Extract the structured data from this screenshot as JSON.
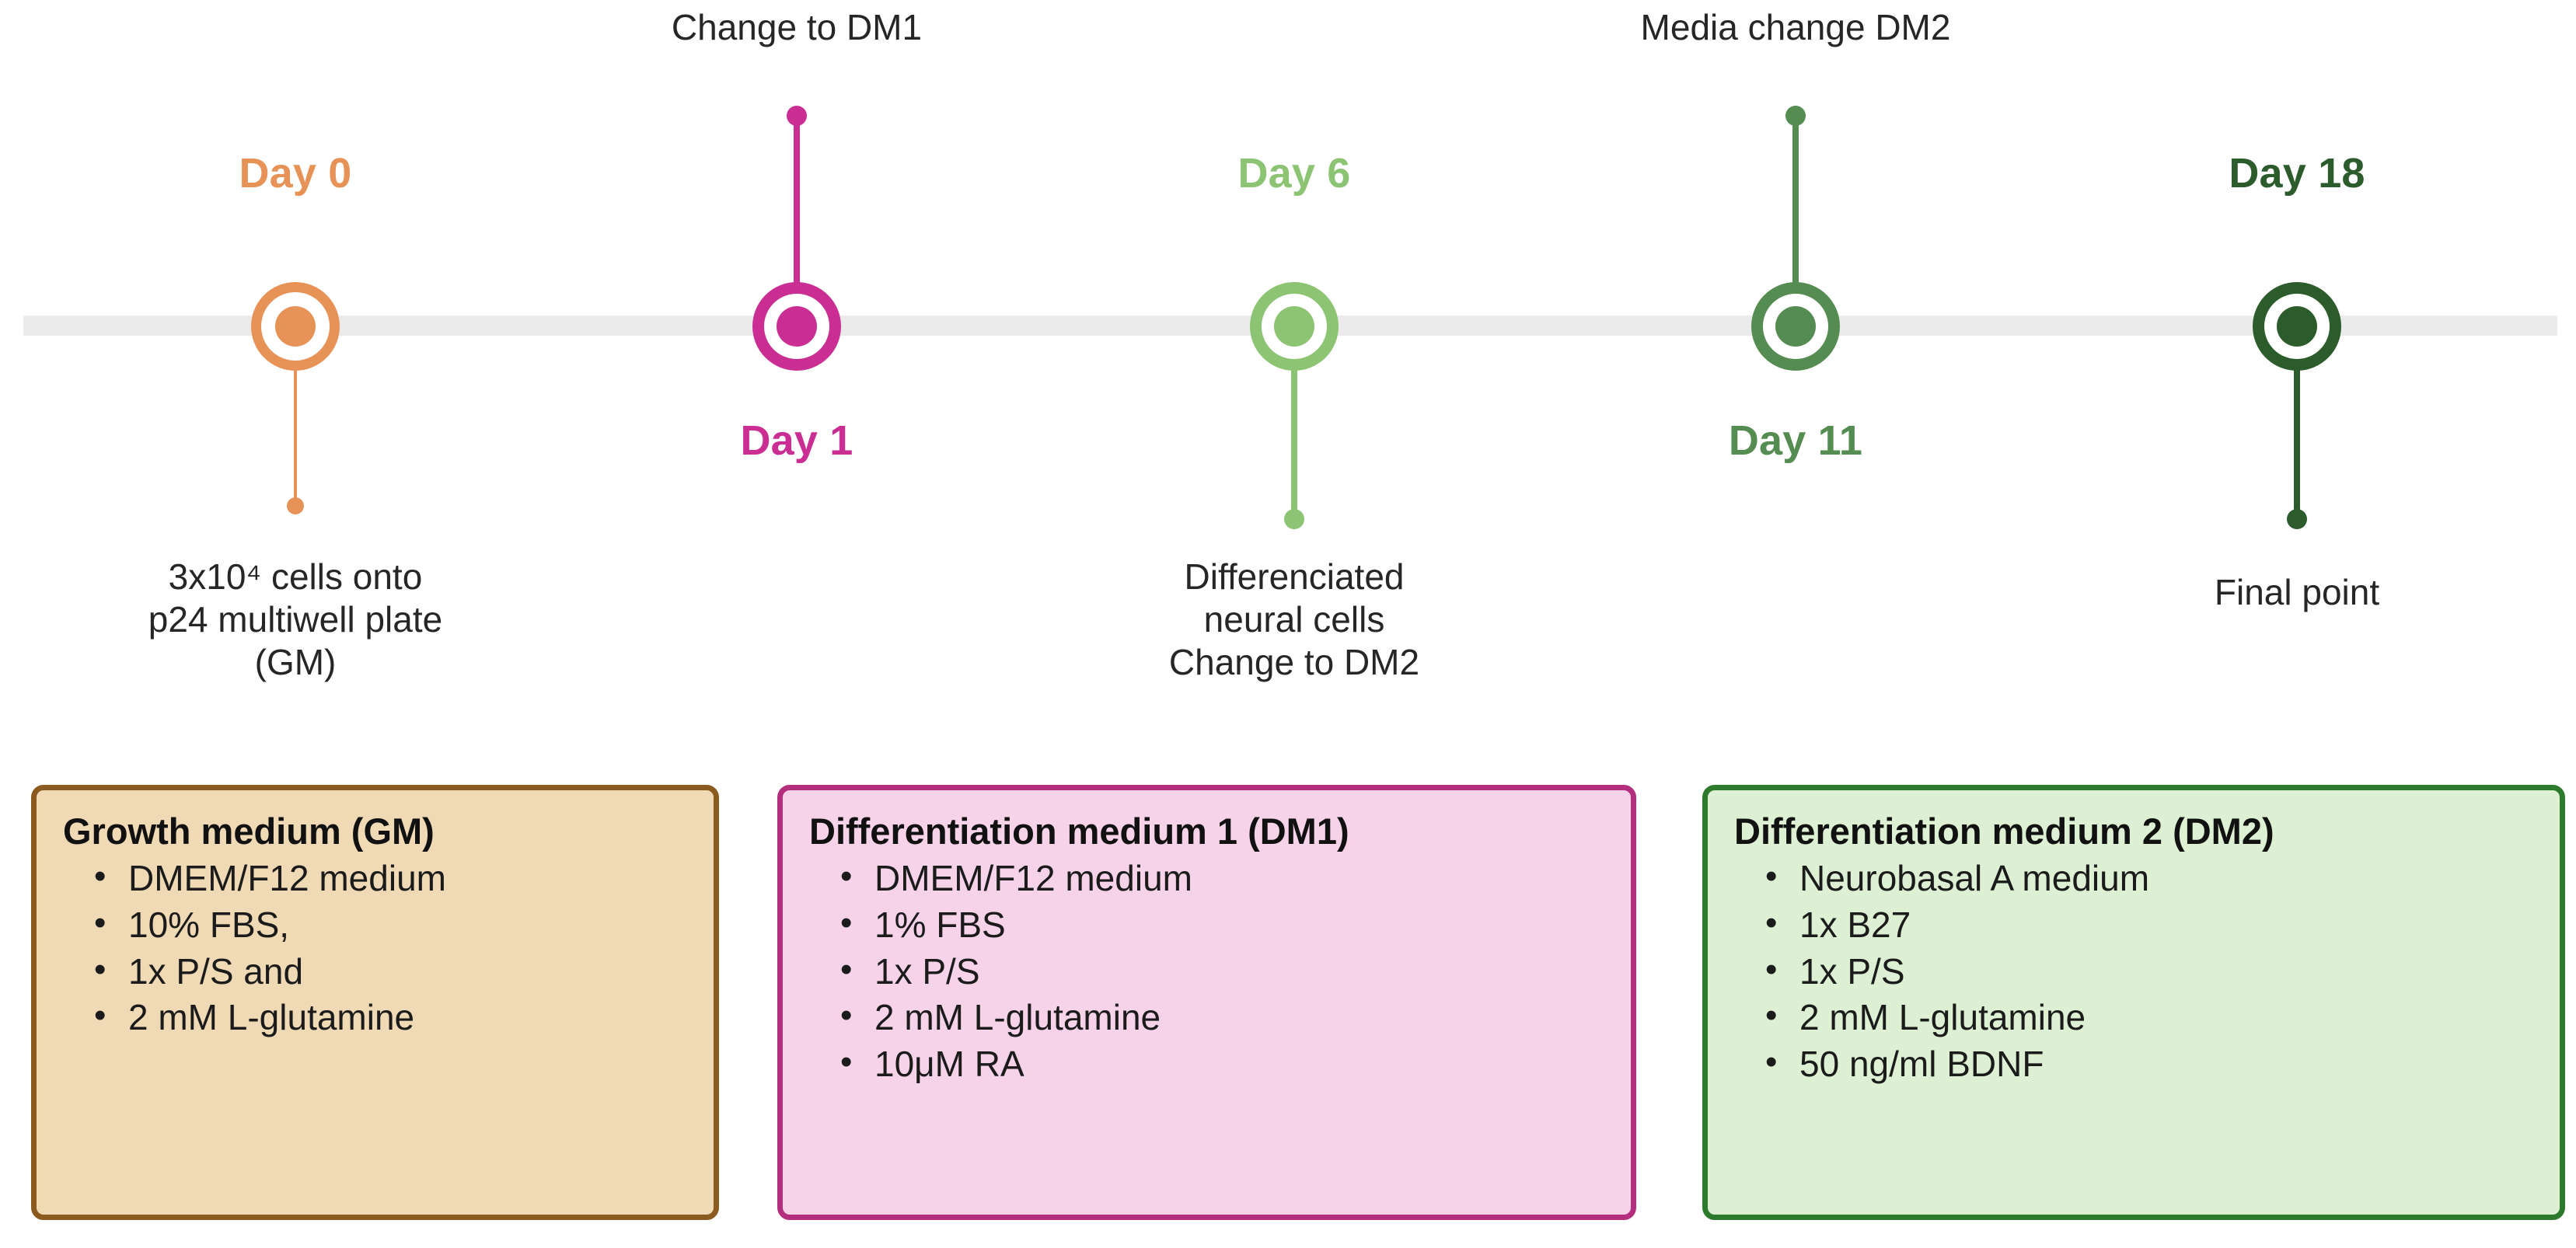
{
  "timeline": {
    "axis_color": "#ebebeb",
    "milestones": [
      {
        "id": "day0",
        "day_label": "Day 0",
        "color": "#e79256",
        "top_note": "",
        "bottom_note": "3x10⁴ cells onto\np24 multiwell plate\n(GM)"
      },
      {
        "id": "day1",
        "day_label": "Day 1",
        "color": "#cb2e93",
        "top_note": "Change to DM1",
        "bottom_note": ""
      },
      {
        "id": "day6",
        "day_label": "Day 6",
        "color": "#8cc473",
        "top_note": "",
        "bottom_note": "Differenciated\nneural cells\nChange to DM2"
      },
      {
        "id": "day11",
        "day_label": "Day 11",
        "color": "#548c52",
        "top_note": "Media change DM2",
        "bottom_note": ""
      },
      {
        "id": "day18",
        "day_label": "Day 18",
        "color": "#2c5c2c",
        "top_note": "",
        "bottom_note": "Final point"
      }
    ]
  },
  "media_boxes": [
    {
      "id": "gm",
      "title": "Growth medium (GM)",
      "background": "#f0d9b5",
      "border": "#8b5a1e",
      "items": [
        "DMEM/F12 medium",
        "10% FBS,",
        "1x P/S and",
        "2 mM L-glutamine"
      ]
    },
    {
      "id": "dm1",
      "title": "Differentiation medium 1 (DM1)",
      "background": "#f7d3ea",
      "border": "#b32f7e",
      "items": [
        "DMEM/F12 medium",
        "1% FBS",
        "1x P/S",
        "2 mM L-glutamine",
        "10μM RA"
      ]
    },
    {
      "id": "dm2",
      "title": "Differentiation medium 2 (DM2)",
      "background": "#ddf0d4",
      "border": "#2d7a2c",
      "items": [
        "Neurobasal A medium",
        "1x B27",
        "1x P/S",
        "2 mM L-glutamine",
        "50 ng/ml BDNF"
      ]
    }
  ]
}
